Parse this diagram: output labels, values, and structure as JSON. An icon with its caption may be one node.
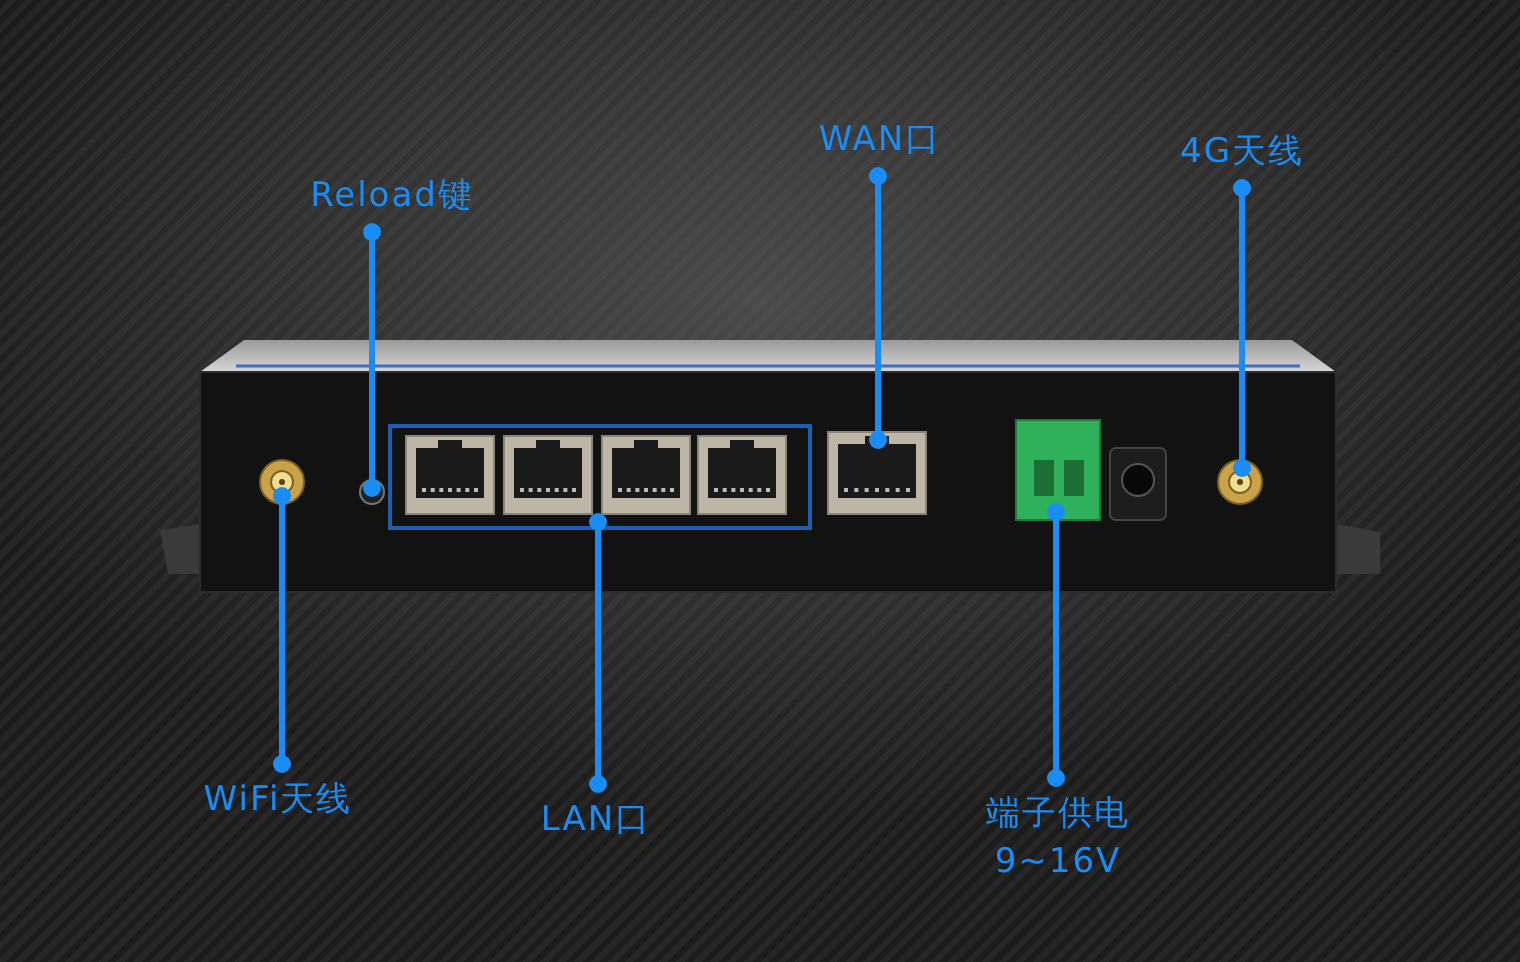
{
  "diagram": {
    "nodes": [
      {
        "text": [
          "Reload键"
        ]
      },
      {
        "text": [
          "WAN口"
        ]
      },
      {
        "text": [
          "4G天线"
        ]
      },
      {
        "text": [
          "WiFi天线"
        ]
      },
      {
        "text": [
          "LAN口"
        ]
      },
      {
        "text": [
          "端子供电",
          "9~16V"
        ]
      },
      {
        "text": [],
        "shape": "picture"
      },
      {
        "text": [],
        "shape": "circle"
      },
      {
        "text": [],
        "shape": "box"
      },
      {
        "text": [],
        "shape": "picture"
      },
      {
        "text": [],
        "shape": "picture"
      },
      {
        "text": [],
        "shape": "picture"
      }
    ],
    "edges": [
      {
        "from": 3,
        "to": 6,
        "arrow": "other"
      },
      {
        "from": 0,
        "to": 7,
        "arrow": "other"
      },
      {
        "from": 4,
        "to": 8,
        "arrow": "other"
      },
      {
        "from": 1,
        "to": 9,
        "arrow": "other"
      },
      {
        "from": 5,
        "to": 10,
        "arrow": "other"
      },
      {
        "from": 2,
        "to": 11,
        "arrow": "other"
      }
    ]
  }
}
